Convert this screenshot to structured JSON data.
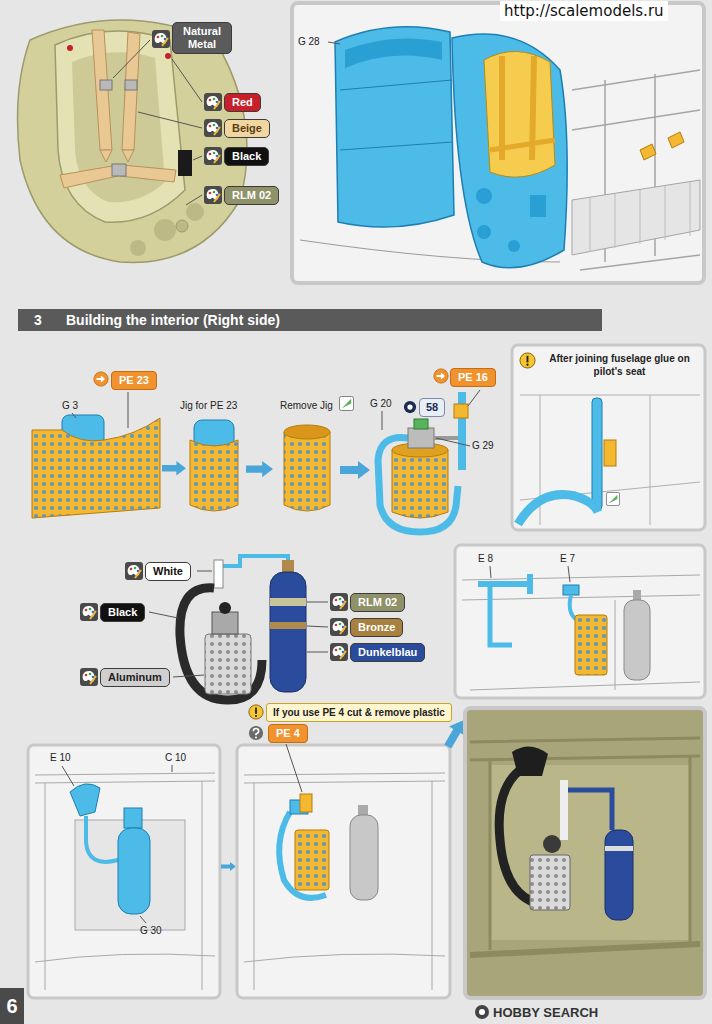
{
  "diagram": {
    "nodes": [
      {
        "text": [
          "Natural Metal"
        ]
      },
      {
        "text": [
          "Red"
        ]
      },
      {
        "text": [
          "Beige"
        ]
      },
      {
        "text": [
          "Black"
        ]
      },
      {
        "text": [
          "RLM 02"
        ]
      },
      {
        "text": [
          "3",
          "Building the interior (Right side)"
        ]
      },
      {
        "text": [
          "PE 23"
        ]
      },
      {
        "text": [
          "PE 16"
        ]
      },
      {
        "text": [
          "58"
        ]
      },
      {
        "text": [
          "After joining fuselage glue on pilot's seat"
        ]
      },
      {
        "text": [
          "White"
        ]
      },
      {
        "text": [
          "Black"
        ]
      },
      {
        "text": [
          "RLM 02"
        ]
      },
      {
        "text": [
          "Bronze"
        ]
      },
      {
        "text": [
          "Dunkelblau"
        ]
      },
      {
        "text": [
          "Aluminum"
        ]
      },
      {
        "text": [
          "If you use PE 4 cut & remove plastic"
        ]
      },
      {
        "text": [
          "PE 4"
        ]
      },
      {
        "text": [
          "6"
        ]
      }
    ],
    "labels": [
      "http://scalemodels.ru",
      "G 28",
      "G 3",
      "Jig for PE 23",
      "Remove Jig",
      "G 20",
      "G 29",
      "E 8",
      "E 7",
      "E 10",
      "C 10",
      "G 30",
      "HOBBY SEARCH"
    ]
  }
}
